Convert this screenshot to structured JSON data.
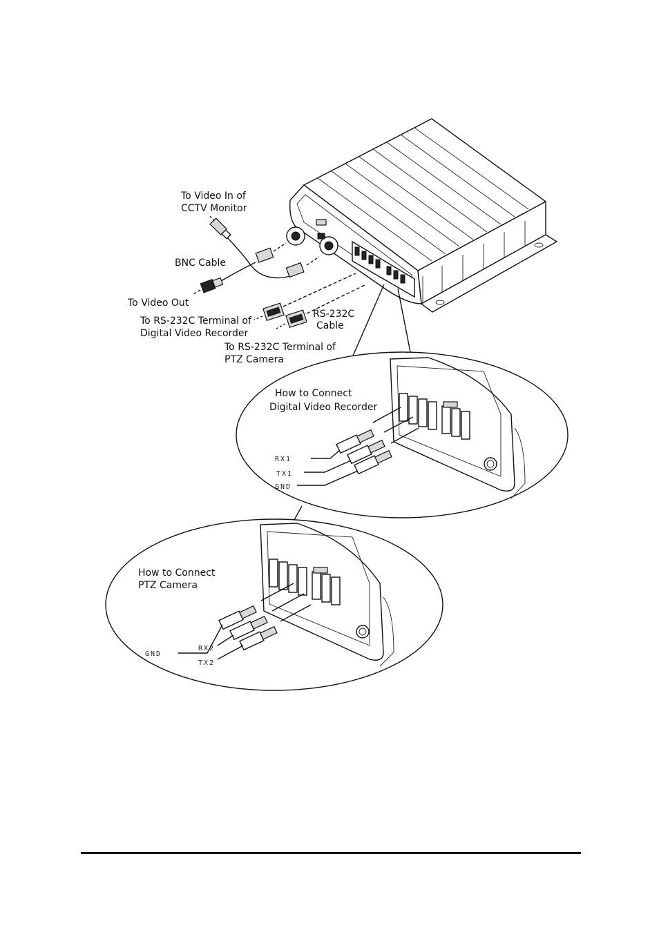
{
  "labels": {
    "video_in_line1": "To Video In of",
    "video_in_line2": "CCTV Monitor",
    "bnc_cable": "BNC Cable",
    "video_out": "To Video Out",
    "dvr_terminal_line1": "To RS-232C Terminal of",
    "dvr_terminal_line2": "Digital Video Recorder",
    "rs232_cable_line1": "RS-232C",
    "rs232_cable_line2": "Cable",
    "ptz_terminal_line1": "To RS-232C Terminal of",
    "ptz_terminal_line2": "PTZ Camera"
  },
  "dvr_detail": {
    "title_line1": "How to Connect",
    "title_line2": "Digital Video Recorder",
    "wires": [
      "RX1",
      "TX1",
      "GND"
    ]
  },
  "ptz_detail": {
    "title_line1": "How to Connect",
    "title_line2": "PTZ Camera",
    "wires": [
      "GND",
      "RX2",
      "TX2"
    ]
  }
}
